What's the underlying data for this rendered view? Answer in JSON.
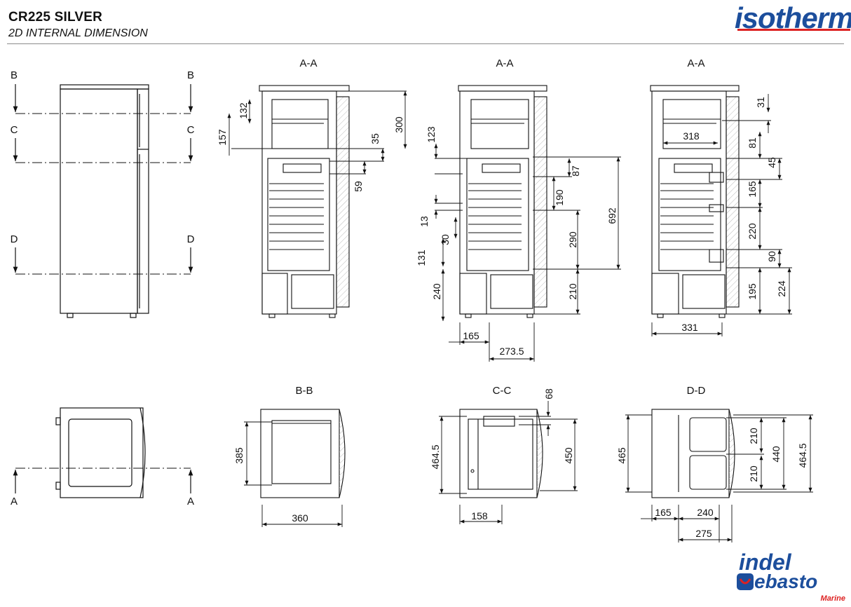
{
  "header": {
    "title": "CR225 SILVER",
    "subtitle": "2D INTERNAL DIMENSION",
    "brand": "isotherm"
  },
  "footer": {
    "brand_line1": "indel",
    "brand_line2": "ebasto",
    "brand_sub": "Marine"
  },
  "section_labels": {
    "aa1": "A-A",
    "aa2": "A-A",
    "aa3": "A-A",
    "bb": "B-B",
    "cc": "C-C",
    "dd": "D-D"
  },
  "cut_labels": {
    "b_left": "B",
    "b_right": "B",
    "c_left": "C",
    "c_right": "C",
    "d_left": "D",
    "d_right": "D",
    "a_left": "A",
    "a_right": "A"
  },
  "dimensions": {
    "v1_132": "132",
    "v1_157": "157",
    "v1_300": "300",
    "v1_35": "35",
    "v1_59": "59",
    "v2_123": "123",
    "v2_13": "13",
    "v2_30": "30",
    "v2_131": "131",
    "v2_240": "240",
    "v2_87": "87",
    "v2_190": "190",
    "v2_290": "290",
    "v2_210": "210",
    "v2_692": "692",
    "v2_165": "165",
    "v2_273": "273.5",
    "v3_31": "31",
    "v3_318": "318",
    "v3_81": "81",
    "v3_45": "45",
    "v3_165": "165",
    "v3_220": "220",
    "v3_90": "90",
    "v3_195": "195",
    "v3_224": "224",
    "v3_331": "331",
    "bb_385": "385",
    "bb_360": "360",
    "cc_68": "68",
    "cc_4645": "464.5",
    "cc_450": "450",
    "cc_158": "158",
    "dd_465": "465",
    "dd_210a": "210",
    "dd_210b": "210",
    "dd_440": "440",
    "dd_4645": "464.5",
    "dd_165": "165",
    "dd_240": "240",
    "dd_275": "275"
  }
}
